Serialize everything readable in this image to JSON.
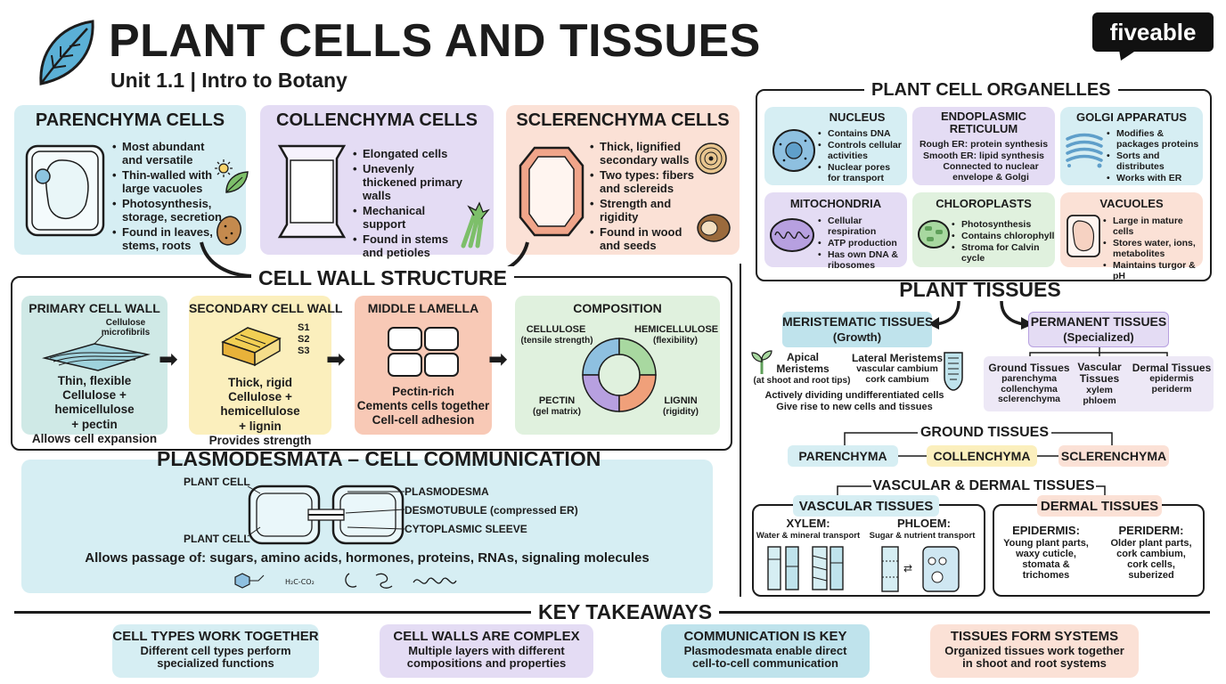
{
  "header": {
    "title": "PLANT CELLS AND TISSUES",
    "subtitle": "Unit 1.1 | Intro to Botany",
    "brand": "fiveable"
  },
  "cell_types": [
    {
      "title": "PARENCHYMA CELLS",
      "bullets": [
        "Most abundant and versatile",
        "Thin-walled with large vacuoles",
        "Photosynthesis, storage, secretion",
        "Found in leaves, stems, roots"
      ],
      "color": "#d6eef3"
    },
    {
      "title": "COLLENCHYMA CELLS",
      "bullets": [
        "Elongated cells",
        "Unevenly thickened primary walls",
        "Mechanical support",
        "Found in stems and petioles"
      ],
      "color": "#e4dcf4"
    },
    {
      "title": "SCLERENCHYMA CELLS",
      "bullets": [
        "Thick, lignified secondary walls",
        "Two types: fibers and sclereids",
        "Strength and rigidity",
        "Found in wood and seeds"
      ],
      "color": "#fbe1d6"
    }
  ],
  "cell_wall": {
    "title": "CELL WALL STRUCTURE",
    "primary": {
      "title": "PRIMARY CELL WALL",
      "label": "Cellulose microfibrils",
      "desc": "Thin, flexible\nCellulose + hemicellulose\n+ pectin\nAllows cell expansion"
    },
    "secondary": {
      "title": "SECONDARY CELL WALL",
      "layers": [
        "S1",
        "S2",
        "S3"
      ],
      "desc": "Thick, rigid\nCellulose + hemicellulose\n+ lignin\nProvides strength"
    },
    "middle": {
      "title": "MIDDLE LAMELLA",
      "desc": "Pectin-rich\nCements cells together\nCell-cell adhesion"
    },
    "composition": {
      "title": "COMPOSITION",
      "cellulose": "CELLULOSE",
      "cellulose_note": "(tensile strength)",
      "hemicellulose": "HEMICELLULOSE",
      "hemicellulose_note": "(flexibility)",
      "pectin": "PECTIN",
      "pectin_note": "(gel matrix)",
      "lignin": "LIGNIN",
      "lignin_note": "(rigidity)"
    }
  },
  "plasmodesmata": {
    "title": "PLASMODESMATA – CELL COMMUNICATION",
    "cell_top": "PLANT CELL",
    "cell_bottom": "PLANT CELL",
    "label1": "PLASMODESMA",
    "label2": "DESMOTUBULE (compressed ER)",
    "label3": "CYTOPLASMIC SLEEVE",
    "passage": "Allows passage of: sugars, amino acids, hormones, proteins, RNAs, signaling molecules"
  },
  "organelles": {
    "title": "PLANT CELL ORGANELLES",
    "items": [
      {
        "title": "NUCLEUS",
        "bullets": [
          "Contains DNA",
          "Controls cellular activities",
          "Nuclear pores for transport"
        ]
      },
      {
        "title": "ENDOPLASMIC RETICULUM",
        "lines": [
          "Rough ER: protein synthesis",
          "Smooth ER: lipid synthesis",
          "Connected to nuclear envelope & Golgi"
        ]
      },
      {
        "title": "GOLGI APPARATUS",
        "bullets": [
          "Modifies & packages proteins",
          "Sorts and distributes",
          "Works with ER"
        ]
      },
      {
        "title": "MITOCHONDRIA",
        "bullets": [
          "Cellular respiration",
          "ATP production",
          "Has own DNA & ribosomes"
        ]
      },
      {
        "title": "CHLOROPLASTS",
        "bullets": [
          "Photosynthesis",
          "Contains chlorophyll",
          "Stroma for Calvin cycle"
        ]
      },
      {
        "title": "VACUOLES",
        "bullets": [
          "Large in mature cells",
          "Stores water, ions, metabolites",
          "Maintains turgor & pH"
        ]
      }
    ]
  },
  "tissues": {
    "title": "PLANT TISSUES",
    "meristematic": {
      "title": "MERISTEMATIC TISSUES",
      "sub": "(Growth)",
      "apical": "Apical\nMeristems",
      "apical_note": "(at shoot and root tips)",
      "lateral": "Lateral Meristems",
      "lateral_note": "vascular cambium\ncork cambium",
      "desc": "Actively dividing undifferentiated cells\nGive rise to new cells and tissues"
    },
    "permanent": {
      "title": "PERMANENT TISSUES",
      "sub": "(Specialized)",
      "ground": "Ground Tissues",
      "ground_list": "parenchyma\ncollenchyma\nsclerenchyma",
      "vascular": "Vascular\nTissues",
      "vascular_list": "xylem\nphloem",
      "dermal": "Dermal Tissues",
      "dermal_list": "epidermis\nperiderm"
    },
    "ground_title": "GROUND TISSUES",
    "ground_items": [
      "PARENCHYMA",
      "COLLENCHYMA",
      "SCLERENCHYMA"
    ],
    "vd_title": "VASCULAR & DERMAL TISSUES",
    "vascular": {
      "title": "VASCULAR TISSUES",
      "xylem": "XYLEM:",
      "xylem_note": "Water & mineral transport",
      "phloem": "PHLOEM:",
      "phloem_note": "Sugar & nutrient transport"
    },
    "dermal": {
      "title": "DERMAL TISSUES",
      "epidermis": "EPIDERMIS:",
      "epidermis_note": "Young plant parts,\nwaxy cuticle,\nstomata &\ntrichomes",
      "periderm": "PERIDERM:",
      "periderm_note": "Older plant parts,\ncork cambium,\ncork cells,\nsuberized"
    }
  },
  "takeaways": {
    "title": "KEY TAKEAWAYS",
    "items": [
      {
        "title": "CELL TYPES WORK TOGETHER",
        "desc": "Different cell types perform\nspecialized functions"
      },
      {
        "title": "CELL WALLS ARE COMPLEX",
        "desc": "Multiple layers with different\ncompositions and properties"
      },
      {
        "title": "COMMUNICATION IS KEY",
        "desc": "Plasmodesmata enable direct\ncell-to-cell communication"
      },
      {
        "title": "TISSUES FORM SYSTEMS",
        "desc": "Organized tissues work together\nin shoot and root systems"
      }
    ]
  },
  "colors": {
    "blue": "#d6eef3",
    "purple": "#e4dcf4",
    "peach": "#fbe1d6",
    "green": "#e0f1de",
    "yellow": "#fbefbd",
    "teal": "#cfe9e6",
    "ink": "#1c1c1c"
  }
}
